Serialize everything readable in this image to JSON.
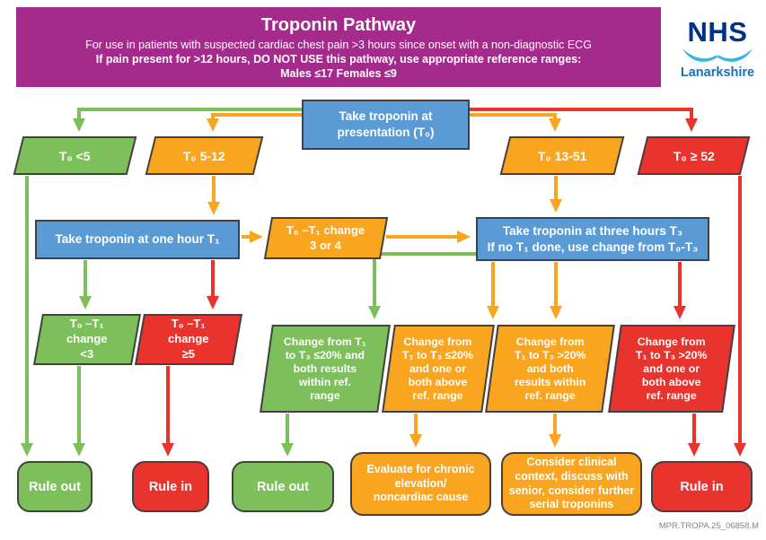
{
  "colors": {
    "purple": "#A42A8C",
    "blue": "#5B9BD5",
    "green": "#7CBF5B",
    "orange": "#F9A51F",
    "red": "#E9332D",
    "border": "#414042",
    "nhs-navy": "#003087",
    "nhs-lightblue": "#35B5E5",
    "nhs-region-blue": "#1A70B8",
    "footer-gray": "#808285"
  },
  "header": {
    "title": "Troponin Pathway",
    "line1": "For use in patients with suspected cardiac chest pain >3 hours since onset with a non-diagnostic ECG",
    "line2": "If pain present for >12 hours, DO NOT USE this pathway, use appropriate reference ranges:",
    "line3": "Males ≤17 Females ≤9"
  },
  "logo": {
    "org": "NHS",
    "region": "Lanarkshire"
  },
  "footer": {
    "code": "MPR.TROPA.25_06858.M"
  },
  "nodes": {
    "presentation": {
      "label": "Take troponin at\npresentation (T₀)"
    },
    "t0_lt5": {
      "label": "T₀ <5"
    },
    "t0_5_12": {
      "label": "T₀ 5-12"
    },
    "t0_13_51": {
      "label": "T₀ 13-51"
    },
    "t0_ge52": {
      "label": "T₀ ≥ 52"
    },
    "one_hour": {
      "label": "Take troponin at one hour T₁"
    },
    "change_3or4": {
      "label": "T₀ –T₁ change\n3 or 4"
    },
    "three_hours": {
      "label": "Take troponin at three hours T₃\nIf no T₁ done, use change from T₀-T₃"
    },
    "change_lt3": {
      "label": "T₀ –T₁\nchange\n<3"
    },
    "change_ge5": {
      "label": "T₀ –T₁\nchange\n≥5"
    },
    "change_le20_within": {
      "label": "Change from T₁\nto T₃ ≤20% and\nboth results\nwithin ref.\nrange"
    },
    "change_le20_above": {
      "label": "Change from\nT₁ to T₃ ≤20%\nand one or\nboth above\nref. range"
    },
    "change_gt20_within": {
      "label": "Change from\nT₁ to T₃ >20%\nand both\nresults within\nref. range"
    },
    "change_gt20_above": {
      "label": "Change from\nT₁ to T₃ >20%\nand one or\nboth above\nref. range"
    },
    "rule_out_1": {
      "label": "Rule out"
    },
    "rule_in_1": {
      "label": "Rule in"
    },
    "rule_out_2": {
      "label": "Rule out"
    },
    "evaluate": {
      "label": "Evaluate for chronic\nelevation/\nnoncardiac cause"
    },
    "consider": {
      "label": "Consider clinical\ncontext, discuss with\nsenior, consider further\nserial troponins"
    },
    "rule_in_2": {
      "label": "Rule in"
    }
  }
}
